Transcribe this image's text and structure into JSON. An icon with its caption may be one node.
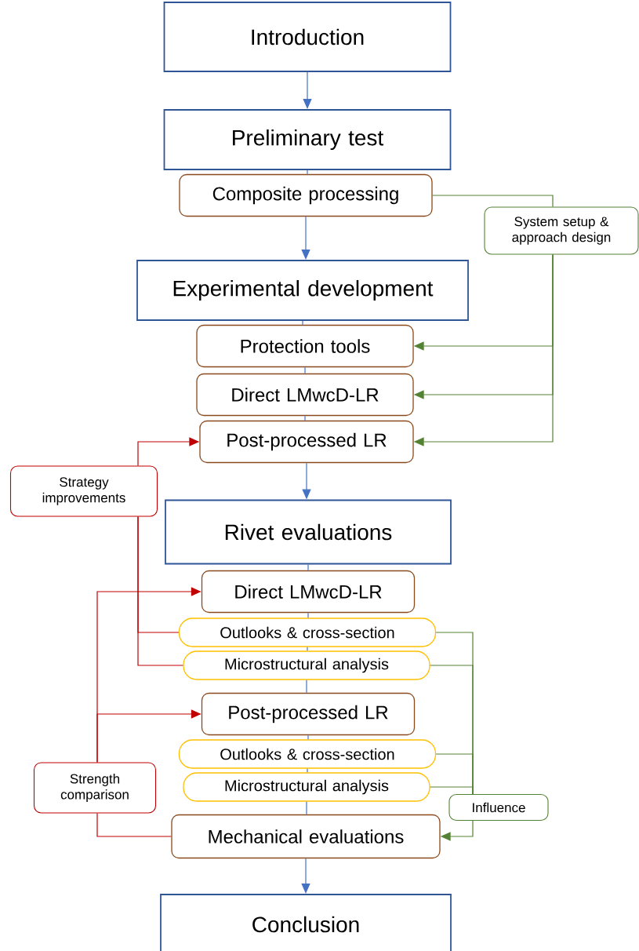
{
  "diagram": {
    "nodes": [
      {
        "text": [
          "Introduction"
        ]
      },
      {
        "text": [
          "Preliminary test"
        ]
      },
      {
        "text": [
          "Composite processing"
        ]
      },
      {
        "text": [
          "System setup & approach design"
        ]
      },
      {
        "text": [
          "Experimental development"
        ]
      },
      {
        "text": [
          "Protection tools"
        ]
      },
      {
        "text": [
          "Direct LMwcD-LR"
        ]
      },
      {
        "text": [
          "Post-processed LR"
        ]
      },
      {
        "text": [
          "Strategy improvements"
        ]
      },
      {
        "text": [
          "Rivet evaluations"
        ]
      },
      {
        "text": [
          "Direct LMwcD-LR"
        ]
      },
      {
        "text": [
          "Outlooks & cross-section"
        ]
      },
      {
        "text": [
          "Microstructural analysis"
        ]
      },
      {
        "text": [
          "Post-processed LR"
        ]
      },
      {
        "text": [
          "Outlooks & cross-section"
        ]
      },
      {
        "text": [
          "Microstructural analysis"
        ]
      },
      {
        "text": [
          "Strength comparison"
        ]
      },
      {
        "text": [
          "Influence"
        ]
      },
      {
        "text": [
          "Mechanical evaluations"
        ]
      },
      {
        "text": [
          "Conclusion"
        ]
      }
    ],
    "edges": [
      {
        "from": 0,
        "to": 1,
        "arrow": "to"
      },
      {
        "from": 1,
        "to": 2,
        "arrow": "none"
      },
      {
        "from": 2,
        "to": 4,
        "arrow": "to"
      },
      {
        "from": 4,
        "to": 5,
        "arrow": "none"
      },
      {
        "from": 5,
        "to": 6,
        "arrow": "none"
      },
      {
        "from": 6,
        "to": 7,
        "arrow": "none"
      },
      {
        "from": 7,
        "to": 9,
        "arrow": "to"
      },
      {
        "from": 9,
        "to": 10,
        "arrow": "none"
      },
      {
        "from": 10,
        "to": 11,
        "arrow": "none"
      },
      {
        "from": 11,
        "to": 12,
        "arrow": "none"
      },
      {
        "from": 12,
        "to": 13,
        "arrow": "none"
      },
      {
        "from": 13,
        "to": 14,
        "arrow": "none"
      },
      {
        "from": 14,
        "to": 15,
        "arrow": "none"
      },
      {
        "from": 15,
        "to": 18,
        "arrow": "none"
      },
      {
        "from": 18,
        "to": 19,
        "arrow": "to"
      },
      {
        "from": 2,
        "to": 3,
        "arrow": "none",
        "color": "#548235"
      },
      {
        "from": 3,
        "to": 5,
        "arrow": "to",
        "color": "#548235"
      },
      {
        "from": 3,
        "to": 6,
        "arrow": "to",
        "color": "#548235"
      },
      {
        "from": 3,
        "to": 7,
        "arrow": "to",
        "color": "#548235"
      },
      {
        "from": 11,
        "to": 8,
        "arrow": "none",
        "color": "#c00000"
      },
      {
        "from": 12,
        "to": 8,
        "arrow": "none",
        "color": "#c00000"
      },
      {
        "from": 8,
        "to": 7,
        "arrow": "to",
        "color": "#c00000"
      },
      {
        "from": 18,
        "to": 16,
        "arrow": "none",
        "color": "#c00000"
      },
      {
        "from": 16,
        "to": 10,
        "arrow": "to",
        "color": "#c00000"
      },
      {
        "from": 16,
        "to": 13,
        "arrow": "to",
        "color": "#c00000"
      },
      {
        "from": 11,
        "to": 17,
        "arrow": "none",
        "color": "#548235"
      },
      {
        "from": 12,
        "to": 17,
        "arrow": "none",
        "color": "#548235"
      },
      {
        "from": 14,
        "to": 17,
        "arrow": "none",
        "color": "#548235"
      },
      {
        "from": 15,
        "to": 17,
        "arrow": "none",
        "color": "#548235"
      },
      {
        "from": 17,
        "to": 18,
        "arrow": "to",
        "color": "#548235"
      }
    ]
  }
}
